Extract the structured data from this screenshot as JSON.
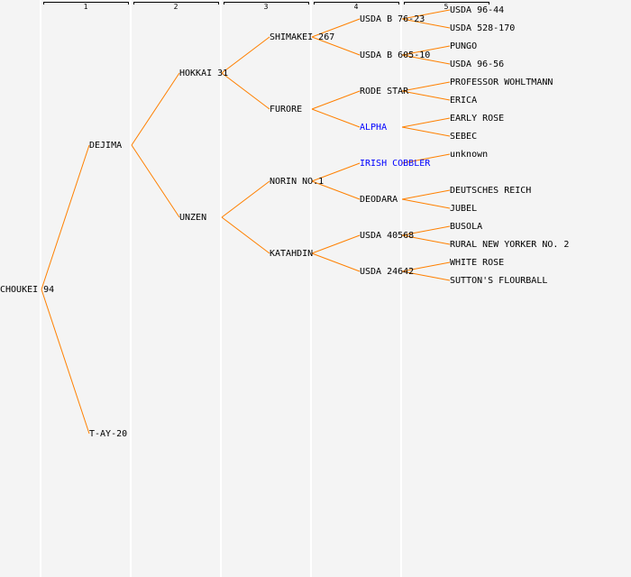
{
  "colors": {
    "line": "#ff8000",
    "highlight": "#0000ff",
    "background": "#f4f4f4"
  },
  "generations": [
    "1",
    "2",
    "3",
    "4",
    "5"
  ],
  "tree": {
    "name": "CHOUKEI 94",
    "parents": [
      {
        "name": "DEJIMA",
        "parents": [
          {
            "name": "HOKKAI 31",
            "parents": [
              {
                "name": "SHIMAKEI 267",
                "parents": [
                  {
                    "name": "USDA B 76-23",
                    "parents": [
                      {
                        "name": "USDA 96-44"
                      },
                      {
                        "name": "USDA 528-170"
                      }
                    ]
                  },
                  {
                    "name": "USDA B 605-10",
                    "parents": [
                      {
                        "name": "PUNGO"
                      },
                      {
                        "name": "USDA 96-56"
                      }
                    ]
                  }
                ]
              },
              {
                "name": "FURORE",
                "parents": [
                  {
                    "name": "RODE STAR",
                    "parents": [
                      {
                        "name": "PROFESSOR WOHLTMANN"
                      },
                      {
                        "name": "ERICA"
                      }
                    ]
                  },
                  {
                    "name": "ALPHA",
                    "highlight": true,
                    "parents": [
                      {
                        "name": "EARLY ROSE"
                      },
                      {
                        "name": "SEBEC"
                      }
                    ]
                  }
                ]
              }
            ]
          },
          {
            "name": "UNZEN",
            "parents": [
              {
                "name": "NORIN NO.1",
                "parents": [
                  {
                    "name": "IRISH COBBLER",
                    "highlight": true,
                    "parents": [
                      {
                        "name": "unknown"
                      }
                    ]
                  },
                  {
                    "name": "DEODARA",
                    "parents": [
                      {
                        "name": "DEUTSCHES REICH"
                      },
                      {
                        "name": "JUBEL"
                      }
                    ]
                  }
                ]
              },
              {
                "name": "KATAHDIN",
                "parents": [
                  {
                    "name": "USDA 40568",
                    "parents": [
                      {
                        "name": "BUSOLA"
                      },
                      {
                        "name": "RURAL NEW YORKER NO. 2"
                      }
                    ]
                  },
                  {
                    "name": "USDA 24642",
                    "parents": [
                      {
                        "name": "WHITE ROSE"
                      },
                      {
                        "name": "SUTTON'S FLOURBALL"
                      }
                    ]
                  }
                ]
              }
            ]
          }
        ]
      },
      {
        "name": "T-AY-20"
      }
    ]
  }
}
